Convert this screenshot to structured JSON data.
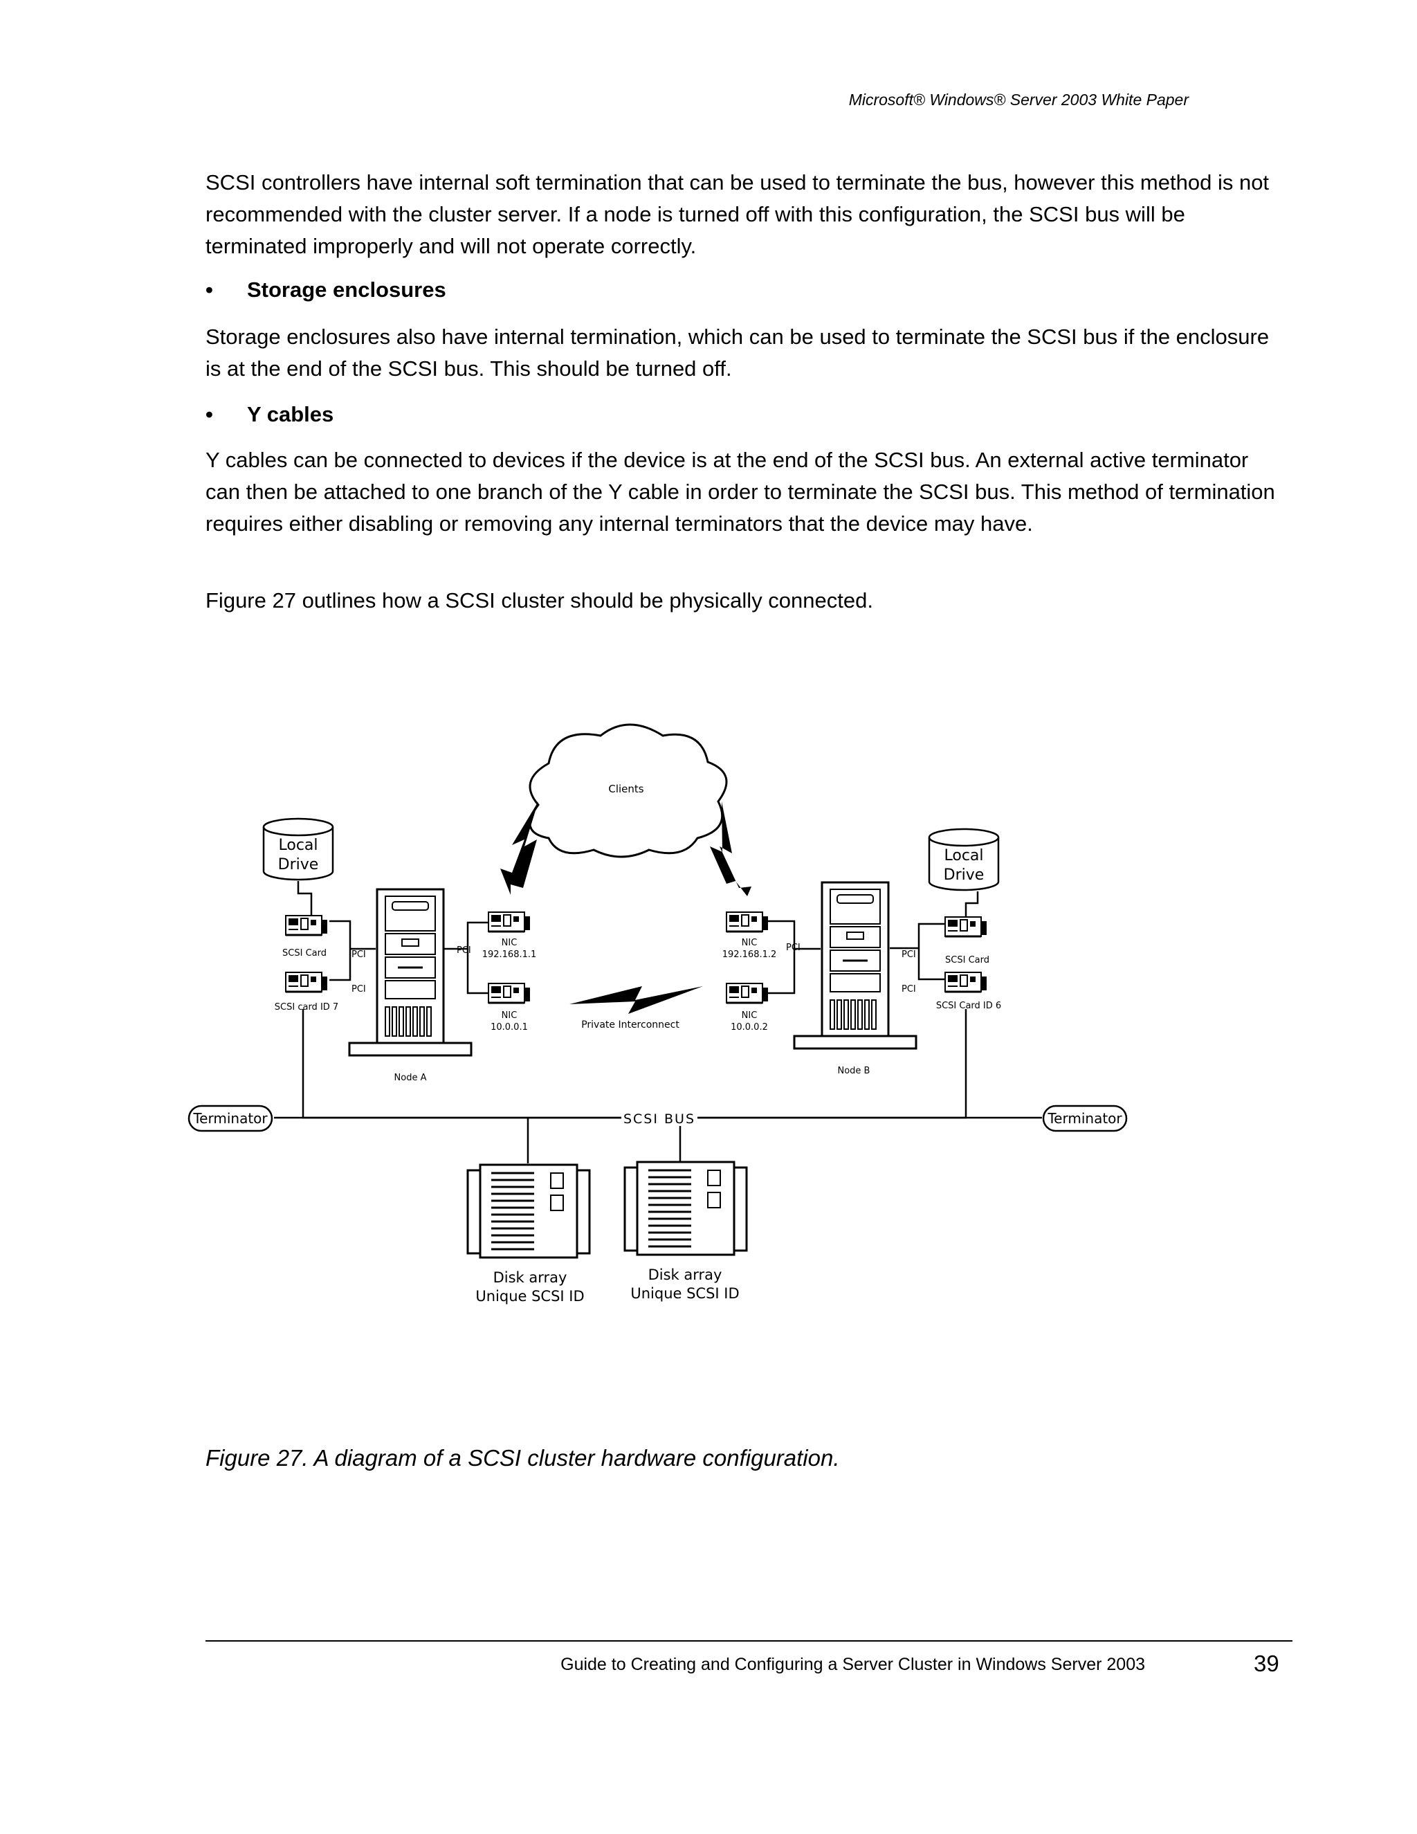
{
  "header": {
    "title": "Microsoft® Windows® Server 2003 White Paper"
  },
  "paragraphs": {
    "p1": "SCSI controllers have internal soft termination that can be used to terminate the bus, however this method is not recommended with the cluster server. If a node is turned off with this configuration, the SCSI bus will be terminated improperly and will not operate correctly.",
    "p2": "Storage enclosures also have internal termination, which can be used to terminate the SCSI bus if the enclosure is at the end of the SCSI bus. This should be turned off.",
    "p3": "Y cables can be connected to devices if the device is at the end of the SCSI bus. An external active terminator can then be attached to one branch of the Y cable in order to terminate the SCSI bus. This method of termination requires either disabling or removing any internal terminators that the device may have.",
    "p4": "Figure 27 outlines how a SCSI cluster should be physically connected."
  },
  "bullets": {
    "b1": "Storage enclosures",
    "b2": "Y cables",
    "symbol": "•"
  },
  "diagram": {
    "clients": "Clients",
    "local_drive_line1": "Local",
    "local_drive_line2": "Drive",
    "scsi_card": "SCSI Card",
    "scsi_card_id7": "SCSI card ID 7",
    "scsi_card_id6": "SCSI Card ID 6",
    "pci": "PCI",
    "nic": "NIC",
    "ip_a1": "192.168.1.1",
    "ip_a2": "10.0.0.1",
    "ip_b1": "192.168.1.2",
    "ip_b2": "10.0.0.2",
    "private_interconnect": "Private Interconnect",
    "node_a": "Node A",
    "node_b": "Node B",
    "terminator": "Terminator",
    "scsi_bus": "SCSI BUS",
    "disk_array": "Disk array",
    "unique_scsi_id": "Unique SCSI ID"
  },
  "caption": "Figure 27. A diagram of a SCSI cluster hardware configuration.",
  "footer": {
    "title": "Guide to Creating and Configuring a Server Cluster in Windows Server 2003",
    "page_number": "39"
  }
}
